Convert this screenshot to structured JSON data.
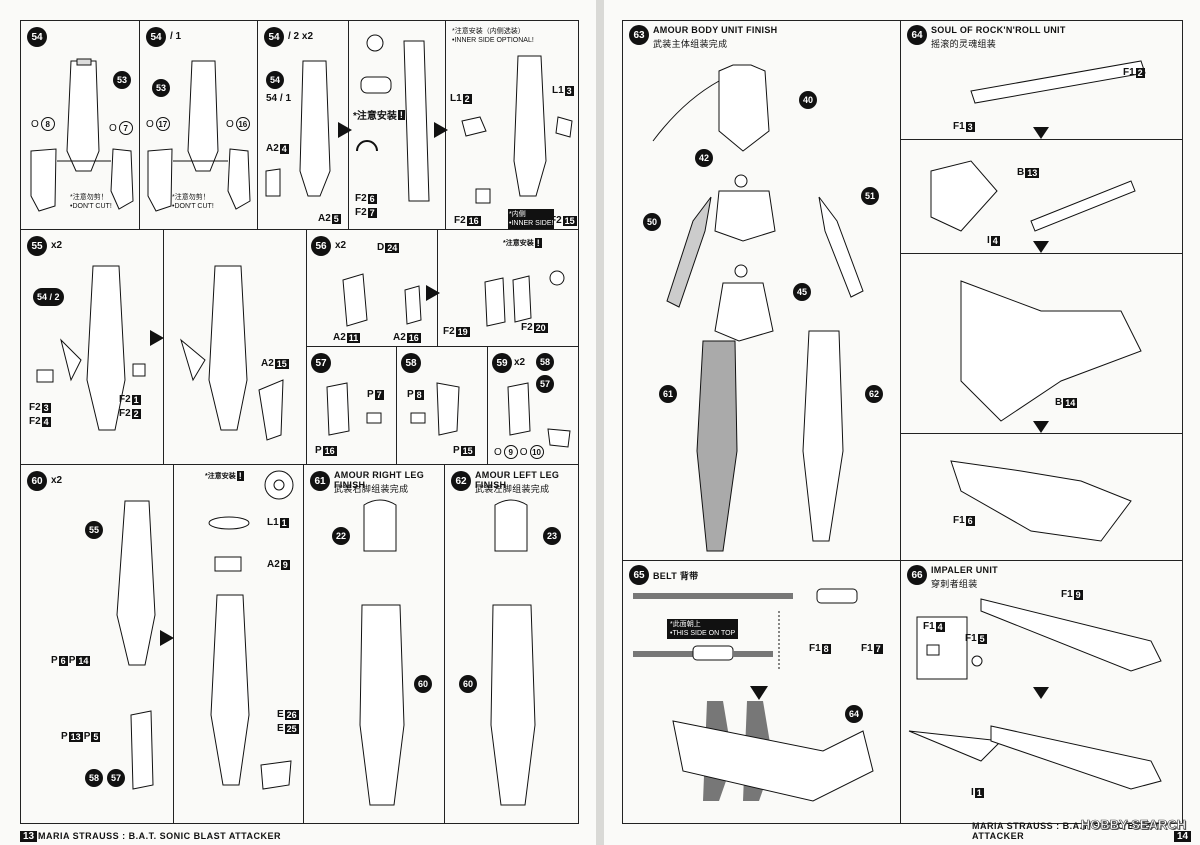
{
  "footer_left": "MARIA STRAUSS : B.A.T. SONIC BLAST ATTACKER",
  "footer_right": "MARIA STRAUSS : B.A.T. SONIC BLAST ATTACKER",
  "page_left": "13",
  "page_right": "14",
  "watermark": "HOBBY SEARCH",
  "steps": {
    "s54": {
      "n": "54"
    },
    "s54a": {
      "n": "54",
      "sfx": "/ 1"
    },
    "s54b": {
      "n": "54",
      "sfx": "/ 2  x2"
    },
    "s55": {
      "n": "55",
      "sfx": "x2"
    },
    "s56": {
      "n": "56",
      "sfx": "x2"
    },
    "s57": {
      "n": "57"
    },
    "s58": {
      "n": "58"
    },
    "s59": {
      "n": "59",
      "sfx": "x2"
    },
    "s60": {
      "n": "60",
      "sfx": "x2"
    },
    "s61": {
      "n": "61",
      "t1": "AMOUR RIGHT LEG FINISH",
      "t2": "武装右脚组装完成"
    },
    "s62": {
      "n": "62",
      "t1": "AMOUR LEFT LEG FINISH",
      "t2": "武装左脚组装完成"
    },
    "s63": {
      "n": "63",
      "t1": "AMOUR BODY UNIT FINISH",
      "t2": "武装主体组装完成"
    },
    "s64": {
      "n": "64",
      "t1": "SOUL OF ROCK'N'ROLL UNIT",
      "t2": "摇滚的灵魂组装"
    },
    "s65": {
      "n": "65",
      "t1": "BELT 背带"
    },
    "s66": {
      "n": "66",
      "t1": "IMPALER UNIT",
      "t2": "穿刺者组装"
    }
  },
  "notes": {
    "dont_cut_cn": "*注意勿剪！",
    "dont_cut_en": "•DON'T CUT!",
    "caution_cn": "*注意安装",
    "inner_cn": "*注意安装（内侧选装）",
    "inner_en": "•INNER SIDE OPTIONAL!",
    "inner_side_cn": "*内侧",
    "inner_side_en": "•INNER SIDE!",
    "top_cn": "*此面朝上",
    "top_en": "•THIS SIDE ON TOP"
  },
  "refs": {
    "r53a": "53",
    "r53b": "53",
    "o8": "8",
    "o7": "7",
    "o17": "17",
    "o16": "16",
    "r54a": "54",
    "r54b": "54 / 1",
    "a2_4": "4",
    "a2_5": "5",
    "f2_6": "6",
    "f2_7": "7",
    "l1_2": "2",
    "l1_3": "3",
    "f2_16": "16",
    "f2_15": "15",
    "r54c": "54 / 2",
    "f2_3": "3",
    "f2_4": "4",
    "f2_1": "1",
    "f2_2": "2",
    "a2_15": "15",
    "d24": "24",
    "a2_11": "11",
    "a2_16": "16",
    "f2_19": "19",
    "f2_20": "20",
    "p7": "7",
    "p16": "16",
    "p8": "8",
    "p15": "15",
    "r57": "57",
    "r58": "58",
    "o9": "9",
    "o10": "10",
    "r55": "55",
    "l1_1": "1",
    "a2_9": "9",
    "p6": "6",
    "p14": "14",
    "p13": "13",
    "p5": "5",
    "e26": "26",
    "e25": "25",
    "r58b": "58",
    "r57b": "57",
    "r22": "22",
    "r23": "23",
    "r60a": "60",
    "r60b": "60",
    "r40": "40",
    "r42": "42",
    "r51": "51",
    "r50": "50",
    "r45": "45",
    "r61": "61",
    "r62": "62",
    "f1_2": "2",
    "f1_3": "3",
    "b13": "13",
    "i4": "4",
    "b14": "14",
    "f1_6": "6",
    "f1_8": "8",
    "f1_7": "7",
    "r64": "64",
    "f1_9": "9",
    "f1_4": "4",
    "f1_5": "5",
    "i1": "1"
  }
}
